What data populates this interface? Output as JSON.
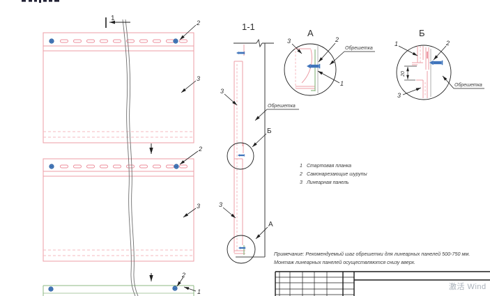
{
  "page": {
    "background": "#ffffff"
  },
  "drawing": {
    "section_view": {
      "title": "1-1",
      "cut_label": "1",
      "panel_callout": "3",
      "lathing_label": "Обрешетка"
    },
    "front_view": {
      "callout_1": "1",
      "callout_2": "2",
      "callout_3": "3"
    },
    "detail_a": {
      "title": "А",
      "callout_1": "1",
      "callout_2": "2",
      "callout_3": "3",
      "lathing_label": "Обрешетка"
    },
    "detail_b": {
      "title": "Б",
      "callout_1": "1",
      "callout_2": "2",
      "callout_3": "3",
      "dimension": "20",
      "lathing_label": "Обрешетка"
    },
    "legend": {
      "items": [
        {
          "num": "1",
          "label": "Стартовая планка"
        },
        {
          "num": "2",
          "label": "Самонарезающие шурупы"
        },
        {
          "num": "3",
          "label": "Линеарная панель"
        }
      ]
    },
    "notes": {
      "line1": "Примечание: Рекомендуемый шаг обрешетки для линеарных панелей 500-750 мм.",
      "line2": "Монтаж линеарных панелей осуществляются снизу вверх."
    },
    "colors": {
      "panel_pink": "#ec9da5",
      "panel_pink_light": "#f4b9bf",
      "start_strip_green": "#8db883",
      "screw_blue": "#3f74bb",
      "lathing_dark": "#4a4a4a",
      "line_black": "#1f1f1f"
    }
  },
  "watermark": {
    "text": "激活 Wind"
  }
}
